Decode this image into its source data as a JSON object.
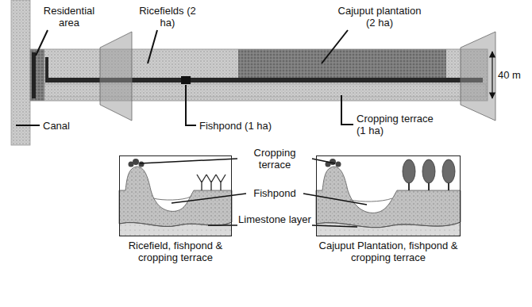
{
  "diagram": {
    "nodes": [
      {
        "text": [
          "Ricefield, fishpond & cropping terrace"
        ]
      },
      {
        "text": [
          "Cajuput Plantation, fishpond & cropping terrace"
        ]
      }
    ],
    "labels": [
      "Residential area",
      "Ricefields (2 ha)",
      "Cajuput plantation (2 ha)",
      "40 m",
      "Canal",
      "Fishpond (1 ha)",
      "Cropping terrace (1 ha)",
      "Cropping terrace",
      "Fishpond",
      "Limestone layer"
    ]
  }
}
